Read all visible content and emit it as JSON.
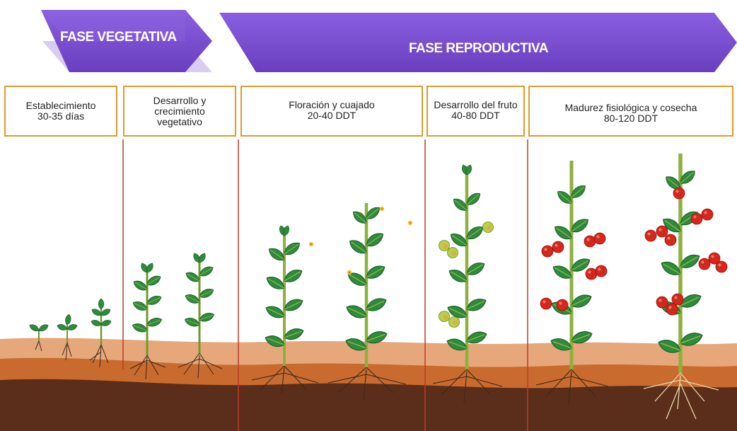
{
  "phases": [
    {
      "id": "vegetative",
      "label": "FASE VEGETATIVA"
    },
    {
      "id": "reproductive",
      "label": "FASE REPRODUCTIVA"
    }
  ],
  "stages": [
    {
      "line1": "Establecimiento",
      "line2": "30-35 días",
      "line3": ""
    },
    {
      "line1": "Desarrollo y",
      "line2": "crecimiento",
      "line3": "vegetativo"
    },
    {
      "line1": "Floración y cuajado",
      "line2": "20-40 DDT",
      "line3": ""
    },
    {
      "line1": "Desarrollo del fruto",
      "line2": "40-80 DDT",
      "line3": ""
    },
    {
      "line1": "Madurez fisiológica y cosecha",
      "line2": "80-120 DDT",
      "line3": ""
    }
  ],
  "colors": {
    "phase_banner": "#7c4fcf",
    "phase_banner_light": "#a98ae3",
    "stage_border": "#e09a2a",
    "divider": "#c0392b",
    "soil_top": "#e6a77a",
    "soil_mid": "#c96a2e",
    "soil_deep": "#5a2e1a",
    "leaf": "#2e8b3c",
    "stem": "#9bc24a",
    "fruit_ripe": "#d7261b",
    "fruit_unripe": "#b9cf4a"
  }
}
